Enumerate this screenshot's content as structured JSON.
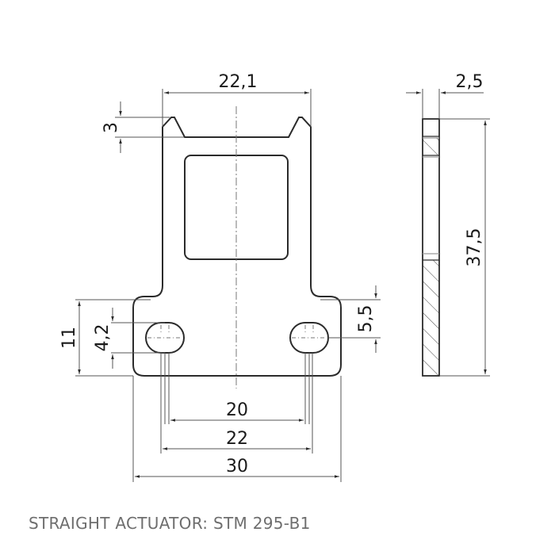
{
  "drawing": {
    "title": "STRAIGHT ACTUATOR: STM 295-B1",
    "views": {
      "front": {
        "dimensions": {
          "top_width": "22,1",
          "tooth_height": "3",
          "base_height": "11",
          "hole_diameter": "4,2",
          "hole_offset_from_shoulder": "5,5",
          "hole_spacing_inner": "20",
          "hole_spacing_outer": "22",
          "total_width": "30"
        }
      },
      "side": {
        "dimensions": {
          "thickness": "2,5",
          "total_height": "37,5"
        }
      }
    },
    "colors": {
      "outline": "#2b2b2b",
      "dimension_line": "#555555",
      "center_line": "#777777",
      "caption": "#6e6e6e"
    }
  }
}
